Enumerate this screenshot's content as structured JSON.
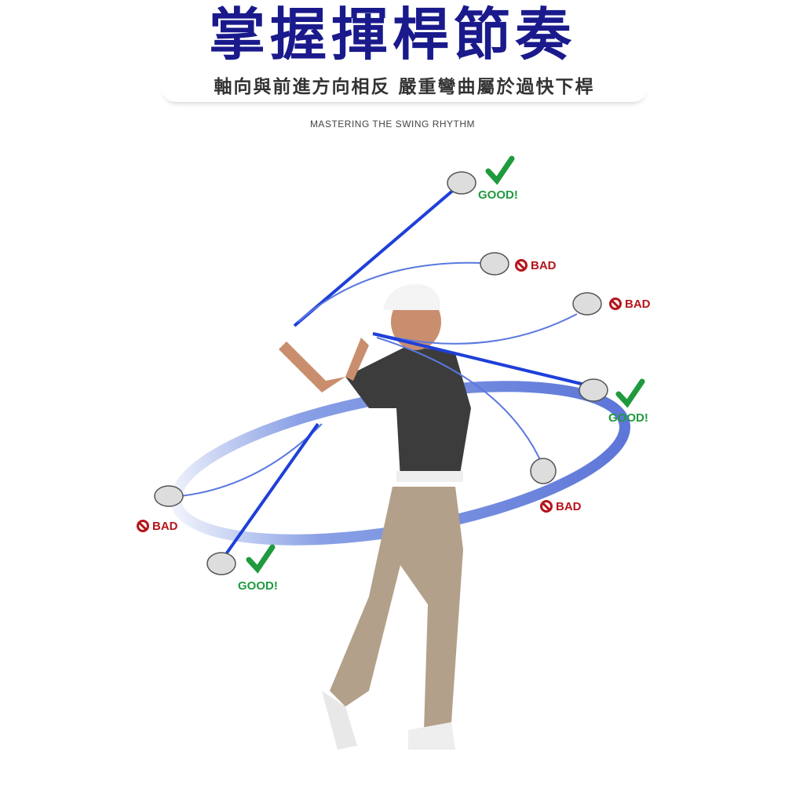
{
  "header": {
    "title": "掌握揮桿節奏",
    "subtitle": "軸向與前進方向相反 嚴重彎曲屬於過快下桿",
    "english_subtitle": "MASTERING THE SWING RHYTHM"
  },
  "labels": {
    "good": "GOOD!",
    "bad": "BAD"
  },
  "colors": {
    "title": "#1a1a8c",
    "good": "#1f9a3e",
    "bad": "#b5151c",
    "shaft": "#1e3fd8"
  }
}
